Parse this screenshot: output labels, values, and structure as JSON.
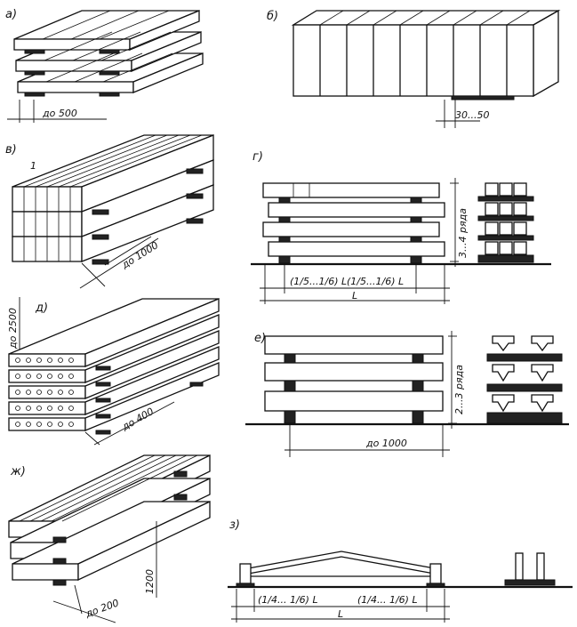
{
  "panels": {
    "a": {
      "letter": "а)",
      "dim": "до 500"
    },
    "b": {
      "letter": "б)",
      "dim": "30...50"
    },
    "v": {
      "letter": "в)",
      "item": "1",
      "dim": "до 1000"
    },
    "g": {
      "letter": "г)",
      "rows": "3...4 ряда",
      "dim_left": "(1/5...1/6) L",
      "dim_right": "(1/5...1/6) L",
      "dim_total": "L"
    },
    "d": {
      "letter": "д)",
      "height": "до 2500",
      "dim": "до 400"
    },
    "e": {
      "letter": "е)",
      "rows": "2...3 ряда",
      "dim": "до 1000"
    },
    "zh": {
      "letter": "ж)",
      "height": "1200",
      "dim": "до 200"
    },
    "z": {
      "letter": "з)",
      "dim_left": "(1/4... 1/6) L",
      "dim_right": "(1/4... 1/6) L",
      "dim_total": "L"
    }
  }
}
